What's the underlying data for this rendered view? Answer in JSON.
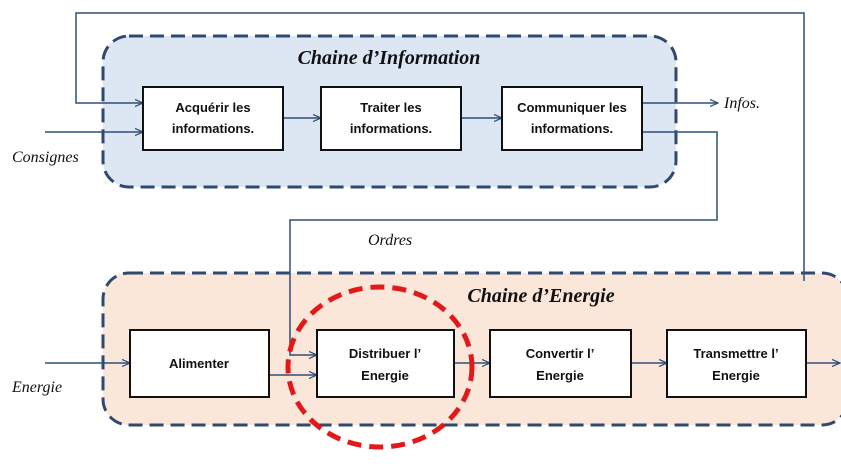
{
  "colors": {
    "info_group_fill": "#dde6f3",
    "energy_group_fill": "#fbe6da",
    "group_border": "#2e4a6e",
    "line": "#2f4f7a",
    "box_border": "#111111",
    "highlight": "#e31818"
  },
  "info_chain": {
    "title": "Chaine d’Information",
    "boxes": [
      {
        "id": "acquerir",
        "lines": [
          "Acquérir les",
          "informations."
        ]
      },
      {
        "id": "traiter",
        "lines": [
          "Traiter les",
          "informations."
        ]
      },
      {
        "id": "communiquer",
        "lines": [
          "Communiquer  les",
          "informations."
        ]
      }
    ]
  },
  "energy_chain": {
    "title": "Chaine d’Energie",
    "boxes": [
      {
        "id": "alimenter",
        "lines": [
          "Alimenter"
        ]
      },
      {
        "id": "distribuer",
        "lines": [
          "Distribuer l’",
          "Energie"
        ]
      },
      {
        "id": "convertir",
        "lines": [
          "Convertir l’",
          "Energie"
        ]
      },
      {
        "id": "transmettre",
        "lines": [
          "Transmettre l’",
          "Energie"
        ]
      }
    ]
  },
  "labels": {
    "consignes": "Consignes",
    "infos": "Infos.",
    "ordres": "Ordres",
    "energie": "Energie"
  },
  "highlight": {
    "target": "distribuer",
    "style": "dashed-circle"
  }
}
